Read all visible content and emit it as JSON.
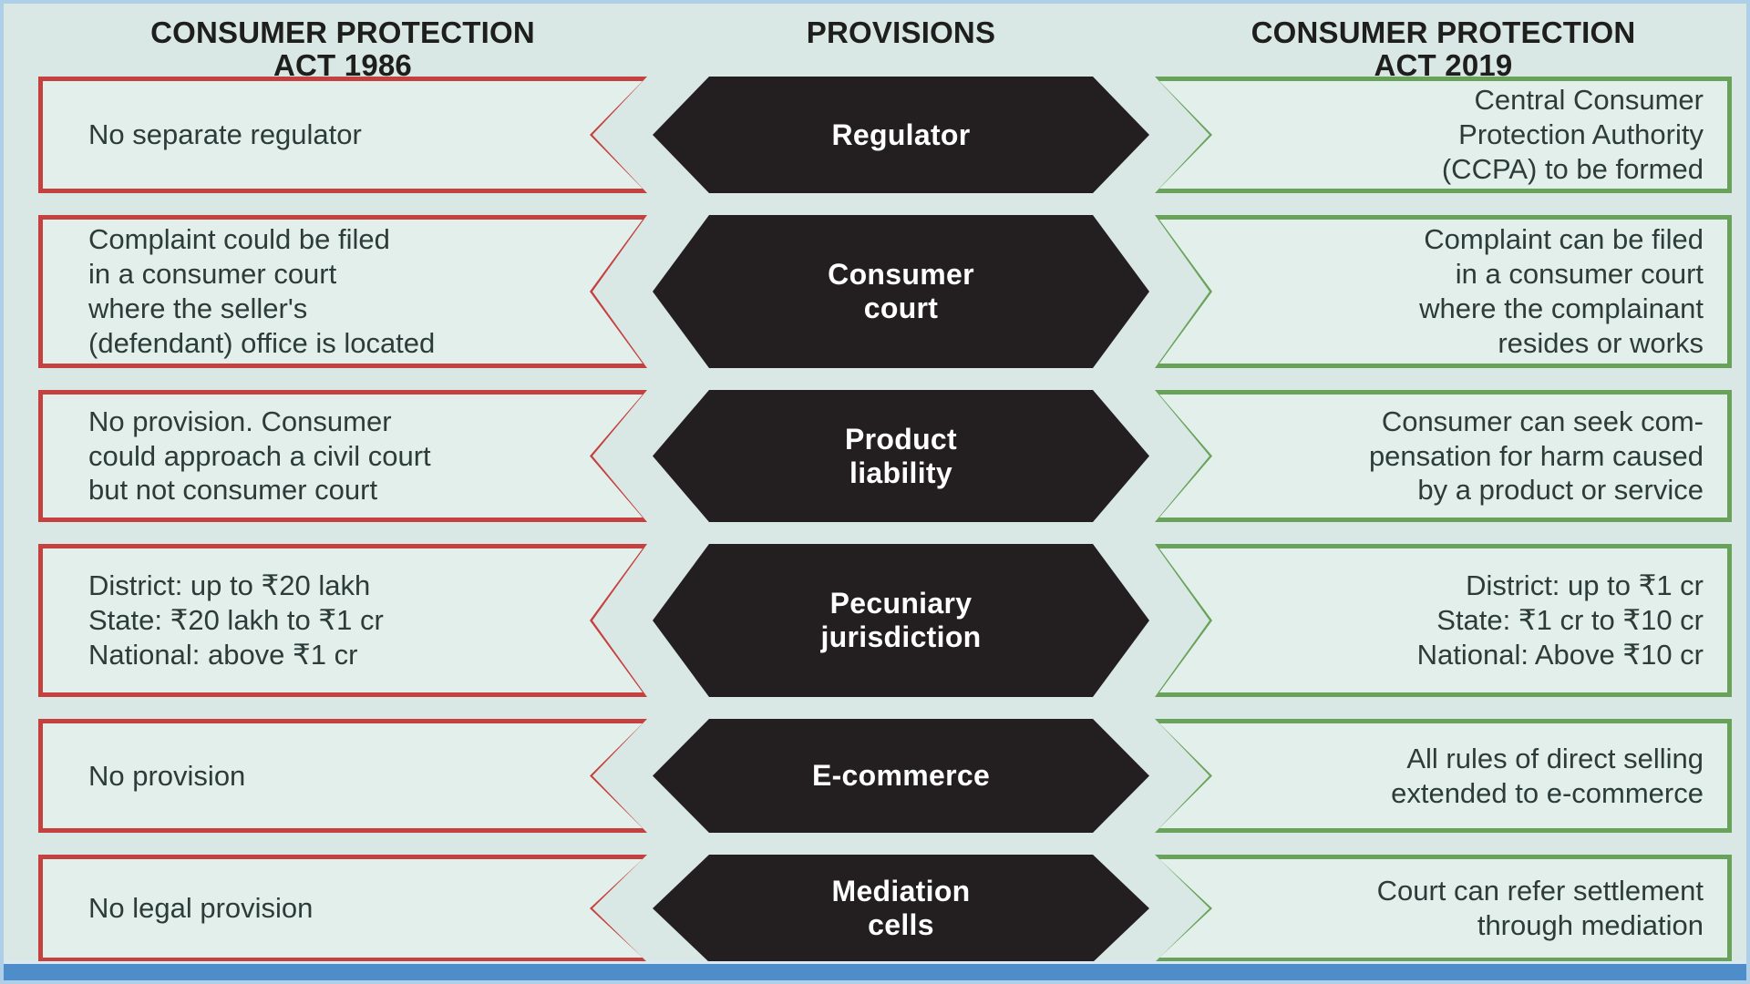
{
  "colors": {
    "background": "#d9e8e4",
    "box_fill": "#e2efeb",
    "red_border": "#c5413f",
    "green_border": "#69a35b",
    "hexagon": "#231f20",
    "hexagon_text": "#ffffff",
    "body_text": "#2e3c39",
    "bottom_bar": "#4f8cca",
    "frame": "#aecfe8"
  },
  "headers": {
    "act1986": "CONSUMER PROTECTION\nACT 1986",
    "provisions": "PROVISIONS",
    "act2019": "CONSUMER PROTECTION\nACT 2019"
  },
  "rows": [
    {
      "act1986": "No separate regulator",
      "provision": "Regulator",
      "act2019": "Central Consumer\nProtection Authority\n(CCPA) to be formed"
    },
    {
      "act1986": "Complaint could be filed\nin a consumer court\nwhere the seller's\n(defendant) office is located",
      "provision": "Consumer\ncourt",
      "act2019": "Complaint can be filed\nin a consumer court\nwhere the complainant\nresides or works"
    },
    {
      "act1986": "No provision. Consumer\ncould approach a civil court\nbut not consumer court",
      "provision": "Product\nliability",
      "act2019": "Consumer can seek com-\npensation for harm caused\nby a product or service"
    },
    {
      "act1986": "District: up to ₹20 lakh\nState: ₹20 lakh to ₹1 cr\nNational: above ₹1 cr",
      "provision": "Pecuniary\njurisdiction",
      "act2019": "District: up to ₹1 cr\nState: ₹1 cr to ₹10 cr\nNational: Above ₹10 cr"
    },
    {
      "act1986": "No provision",
      "provision": "E-commerce",
      "act2019": "All rules of direct selling\nextended to e-commerce"
    },
    {
      "act1986": "No legal provision",
      "provision": "Mediation\ncells",
      "act2019": "Court can refer settlement\nthrough mediation"
    }
  ]
}
